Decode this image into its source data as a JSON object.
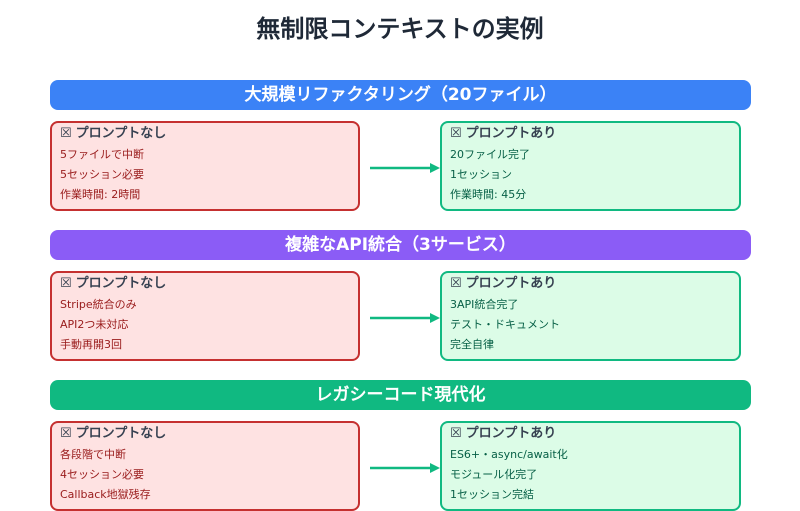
{
  "title": "無制限コンテキストの実例",
  "colors": {
    "section_1": "#3b82f6",
    "section_2": "#8b5cf6",
    "section_3": "#10b981",
    "bad_bg": "#fee2e2",
    "bad_border": "#c53030",
    "good_bg": "#dcfce7",
    "good_border": "#10b981",
    "arrow": "#10b981"
  },
  "sections": [
    {
      "header": "大規模リファクタリング（20ファイル）",
      "without": {
        "icon": "☒",
        "title": "プロンプトなし",
        "items": [
          "5ファイルで中断",
          "5セッション必要",
          "作業時間: 2時間"
        ]
      },
      "with": {
        "icon": "☒",
        "title": "プロンプトあり",
        "items": [
          "20ファイル完了",
          "1セッション",
          "作業時間: 45分"
        ]
      }
    },
    {
      "header": "複雑なAPI統合（3サービス）",
      "without": {
        "icon": "☒",
        "title": "プロンプトなし",
        "items": [
          "Stripe統合のみ",
          "API2つ未対応",
          "手動再開3回"
        ]
      },
      "with": {
        "icon": "☒",
        "title": "プロンプトあり",
        "items": [
          "3API統合完了",
          "テスト・ドキュメント",
          "完全自律"
        ]
      }
    },
    {
      "header": "レガシーコード現代化",
      "without": {
        "icon": "☒",
        "title": "プロンプトなし",
        "items": [
          "各段階で中断",
          "4セッション必要",
          "Callback地獄残存"
        ]
      },
      "with": {
        "icon": "☒",
        "title": "プロンプトあり",
        "items": [
          "ES6+・async/await化",
          "モジュール化完了",
          "1セッション完結"
        ]
      }
    }
  ]
}
